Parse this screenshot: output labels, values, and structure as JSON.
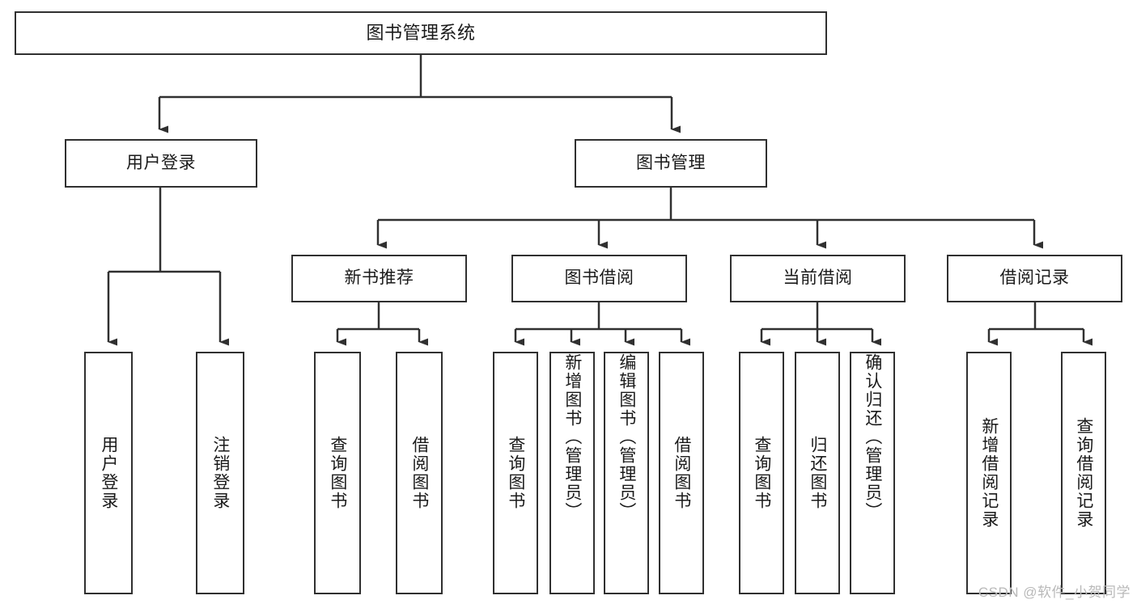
{
  "diagram": {
    "type": "tree-hierarchy",
    "title": "图书管理系统",
    "root": {
      "id": "root",
      "label": "图书管理系统"
    },
    "level2": [
      {
        "id": "user-login",
        "label": "用户登录"
      },
      {
        "id": "book-management",
        "label": "图书管理"
      }
    ],
    "level3": [
      {
        "id": "new-book-recommend",
        "label": "新书推荐",
        "parent": "book-management"
      },
      {
        "id": "book-borrow",
        "label": "图书借阅",
        "parent": "book-management"
      },
      {
        "id": "current-borrow",
        "label": "当前借阅",
        "parent": "book-management"
      },
      {
        "id": "borrow-record",
        "label": "借阅记录",
        "parent": "book-management"
      }
    ],
    "leaves": [
      {
        "id": "leaf-user-login",
        "label": "用户登录",
        "parent": "user-login"
      },
      {
        "id": "leaf-logout",
        "label": "注销登录",
        "parent": "user-login"
      },
      {
        "id": "leaf-query-book-1",
        "label": "查询图书",
        "parent": "new-book-recommend"
      },
      {
        "id": "leaf-borrow-book-1",
        "label": "借阅图书",
        "parent": "new-book-recommend"
      },
      {
        "id": "leaf-query-book-2",
        "label": "查询图书",
        "parent": "book-borrow"
      },
      {
        "id": "leaf-add-book",
        "label": "新增图书（管理员）",
        "parent": "book-borrow"
      },
      {
        "id": "leaf-edit-book",
        "label": "编辑图书（管理员）",
        "parent": "book-borrow"
      },
      {
        "id": "leaf-borrow-book-2",
        "label": "借阅图书",
        "parent": "book-borrow"
      },
      {
        "id": "leaf-query-book-3",
        "label": "查询图书",
        "parent": "current-borrow"
      },
      {
        "id": "leaf-return-book",
        "label": "归还图书",
        "parent": "current-borrow"
      },
      {
        "id": "leaf-confirm-return",
        "label": "确认归还（管理员）",
        "parent": "current-borrow"
      },
      {
        "id": "leaf-add-record",
        "label": "新增借阅记录",
        "parent": "borrow-record"
      },
      {
        "id": "leaf-query-record",
        "label": "查询借阅记录",
        "parent": "borrow-record"
      }
    ],
    "colors": {
      "stroke": "#303030",
      "box_fill": "#ffffff",
      "text": "#1a1a1a",
      "watermark": "#b9b9b9"
    }
  },
  "watermark": {
    "text": "CSDN @软件_小贺同学"
  }
}
